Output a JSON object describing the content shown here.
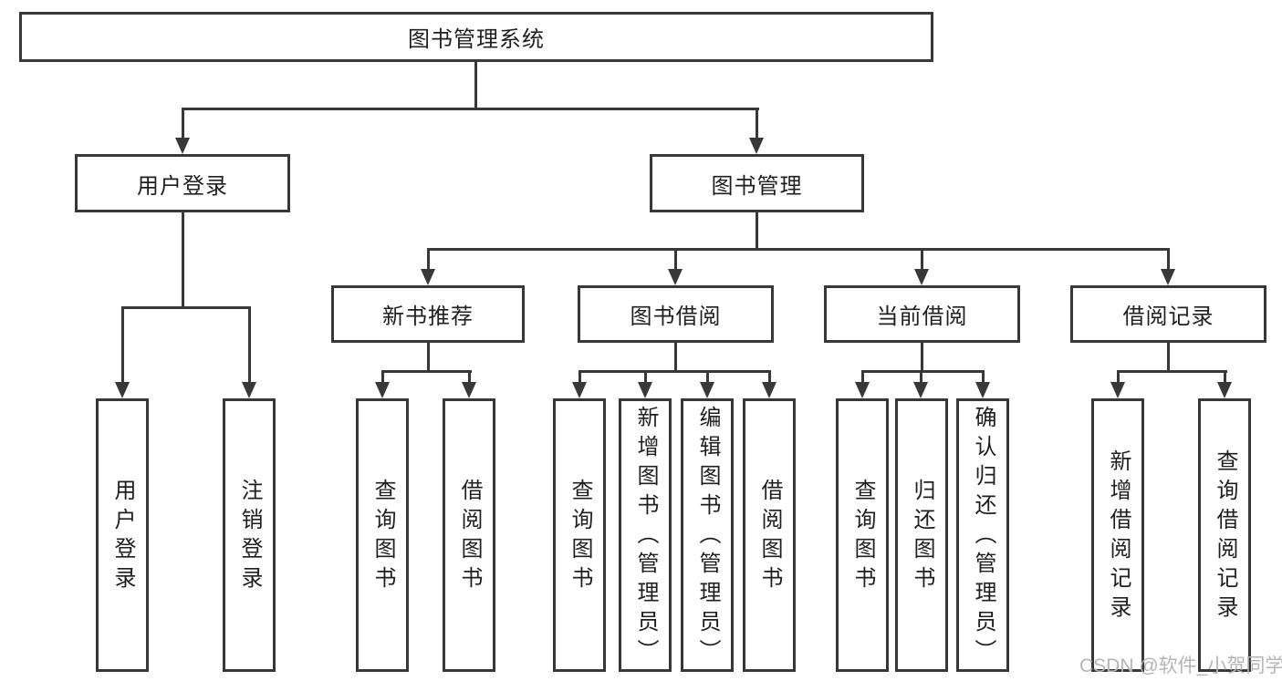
{
  "tree": {
    "root": {
      "label": "图书管理系统"
    },
    "branches": [
      {
        "label": "用户登录",
        "children": [
          {
            "label": "用户登录"
          },
          {
            "label": "注销登录"
          }
        ]
      },
      {
        "label": "图书管理",
        "children": [
          {
            "label": "新书推荐",
            "children": [
              {
                "label": "查询图书"
              },
              {
                "label": "借阅图书"
              }
            ]
          },
          {
            "label": "图书借阅",
            "children": [
              {
                "label": "查询图书"
              },
              {
                "label": "新增图书（管理员）"
              },
              {
                "label": "编辑图书（管理员）"
              },
              {
                "label": "借阅图书"
              }
            ]
          },
          {
            "label": "当前借阅",
            "children": [
              {
                "label": "查询图书"
              },
              {
                "label": "归还图书"
              },
              {
                "label": "确认归还（管理员）"
              }
            ]
          },
          {
            "label": "借阅记录",
            "children": [
              {
                "label": "新增借阅记录"
              },
              {
                "label": "查询借阅记录"
              }
            ]
          }
        ]
      }
    ]
  },
  "watermark": "CSDN @软件_小贺同学",
  "colors": {
    "line": "#383838",
    "text": "#1f1f1f",
    "watermark": "#b5b5b5",
    "background": "#ffffff"
  }
}
